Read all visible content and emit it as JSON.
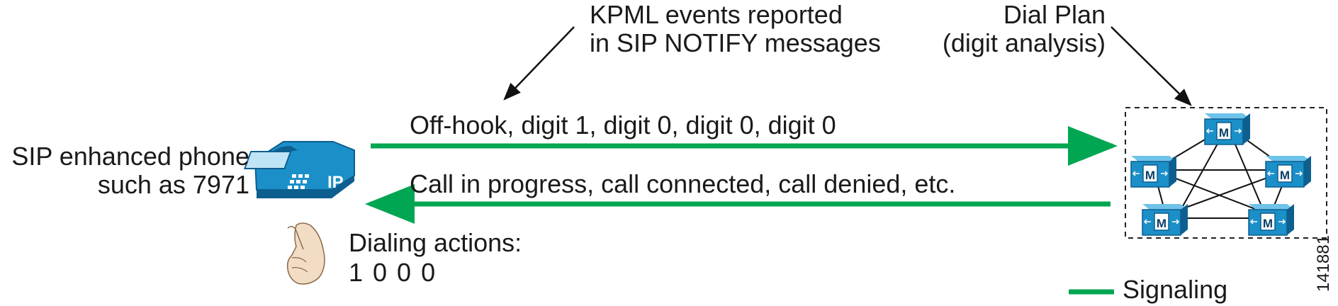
{
  "annotations": {
    "kpml_line1": "KPML events reported",
    "kpml_line2": "in SIP NOTIFY messages",
    "dialplan_line1": "Dial Plan",
    "dialplan_line2": "(digit analysis)"
  },
  "phone": {
    "label_line1": "SIP enhanced phone",
    "label_line2": "such as 7971",
    "badge": "IP"
  },
  "arrows": {
    "outbound_label": "Off-hook, digit 1, digit 0, digit 0, digit 0",
    "inbound_label": "Call in progress, call connected, call denied, etc."
  },
  "dialing": {
    "line1": "Dialing actions:",
    "line2": "1 0 0 0"
  },
  "cluster": {
    "node_label": "M",
    "node_count": 5
  },
  "legend": {
    "signaling_label": "Signaling",
    "signaling_color": "#00a651"
  },
  "figure_id": "141881",
  "colors": {
    "device_blue": "#1b8fc8",
    "device_dark": "#0d5f8f",
    "signal_green": "#00a651"
  }
}
